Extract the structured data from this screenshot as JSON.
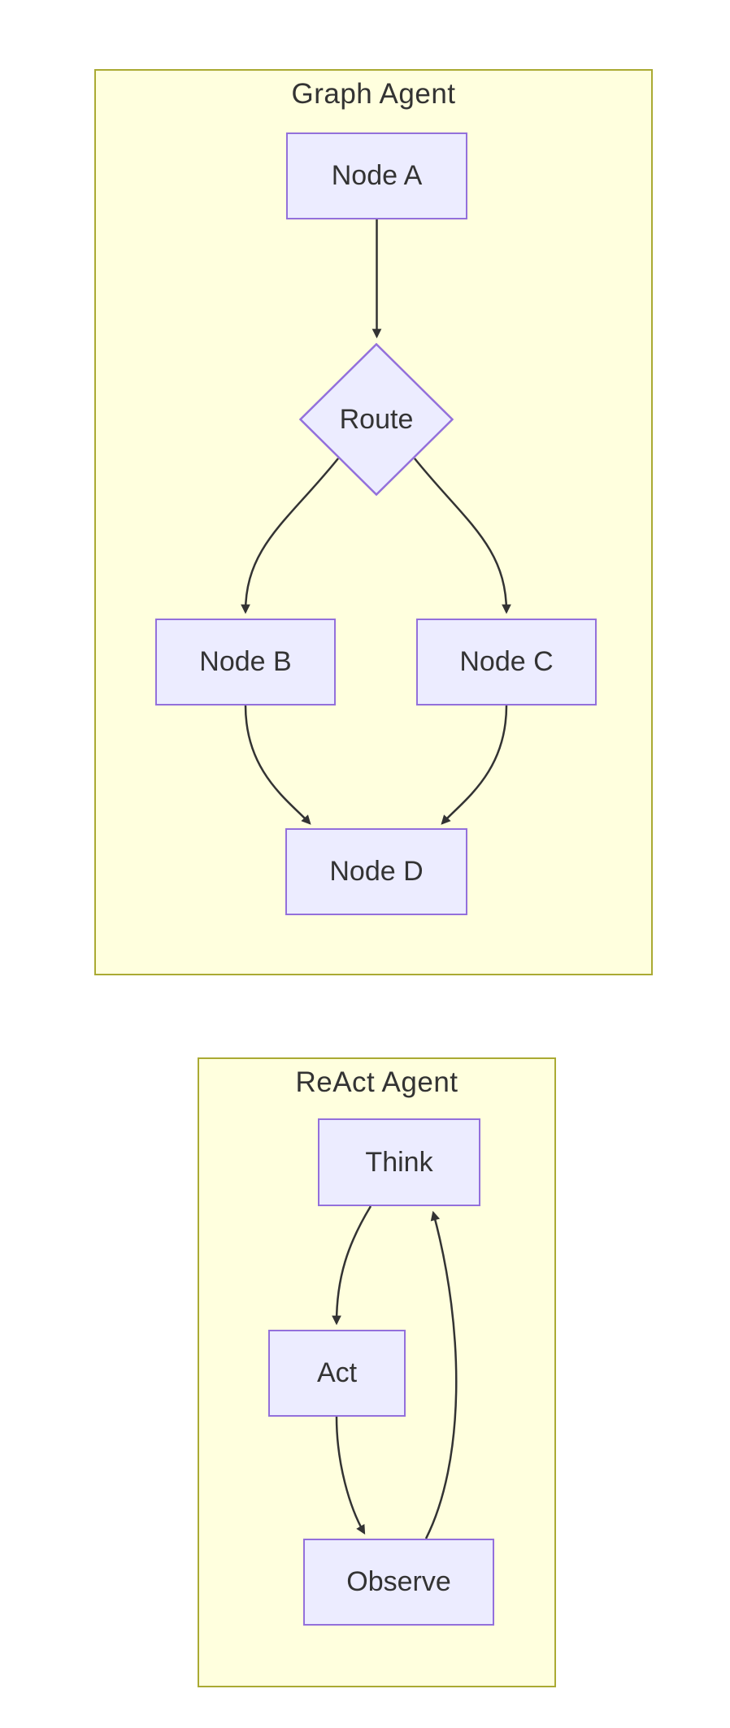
{
  "diagram": {
    "type": "flowchart",
    "clusters": [
      {
        "id": "graph-agent",
        "title": "Graph Agent",
        "nodes": [
          {
            "id": "A",
            "label": "Node A",
            "shape": "rect"
          },
          {
            "id": "Route",
            "label": "Route",
            "shape": "diamond"
          },
          {
            "id": "B",
            "label": "Node B",
            "shape": "rect"
          },
          {
            "id": "C",
            "label": "Node C",
            "shape": "rect"
          },
          {
            "id": "D",
            "label": "Node D",
            "shape": "rect"
          }
        ],
        "edges": [
          {
            "from": "Node A",
            "to": "Route"
          },
          {
            "from": "Route",
            "to": "Node B"
          },
          {
            "from": "Route",
            "to": "Node C"
          },
          {
            "from": "Node B",
            "to": "Node D"
          },
          {
            "from": "Node C",
            "to": "Node D"
          }
        ]
      },
      {
        "id": "react-agent",
        "title": "ReAct Agent",
        "nodes": [
          {
            "id": "Think",
            "label": "Think",
            "shape": "rect"
          },
          {
            "id": "Act",
            "label": "Act",
            "shape": "rect"
          },
          {
            "id": "Observe",
            "label": "Observe",
            "shape": "rect"
          }
        ],
        "edges": [
          {
            "from": "Think",
            "to": "Act"
          },
          {
            "from": "Act",
            "to": "Observe"
          },
          {
            "from": "Observe",
            "to": "Think"
          }
        ]
      }
    ]
  },
  "colors": {
    "page_background": "#FFFFFF",
    "node_fill": "#ECECFF",
    "node_border": "#9370DB",
    "cluster_fill": "#FFFFDE",
    "cluster_border": "#AAAA33",
    "edge": "#333333",
    "text": "#333333"
  }
}
